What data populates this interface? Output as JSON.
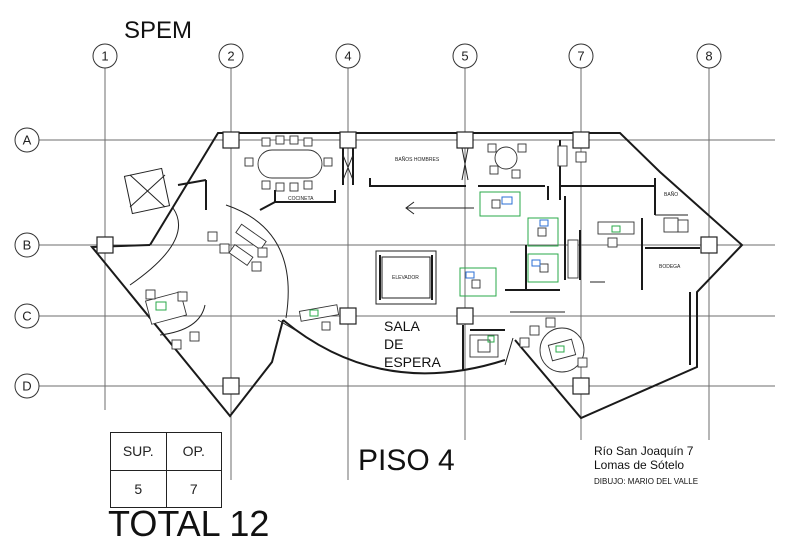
{
  "title": "SPEM",
  "floor": "PISO 4",
  "grid": {
    "columns": [
      "1",
      "2",
      "4",
      "5",
      "7",
      "8"
    ],
    "rows": [
      "A",
      "B",
      "C",
      "D"
    ]
  },
  "rooms": {
    "banos_hombres": "BAÑOS HOMBRES",
    "cocineta": "COCINETA",
    "bano": "BAÑO",
    "bodega": "BODEGA",
    "elevador": "ELEVADOR",
    "sala_line1": "SALA",
    "sala_line2": "DE",
    "sala_line3": "ESPERA"
  },
  "table": {
    "headers": [
      "SUP.",
      "OP."
    ],
    "values": [
      "5",
      "7"
    ]
  },
  "total": "TOTAL 12",
  "address": {
    "line1": "Río San Joaquín 7",
    "line2": "Lomas de Sótelo",
    "credit": "DIBUJO: MARIO DEL VALLE"
  }
}
